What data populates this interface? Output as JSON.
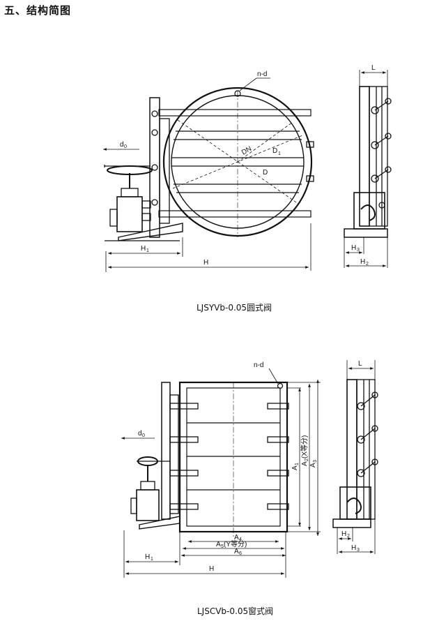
{
  "heading": "五、结构简图",
  "figure1": {
    "caption": "LJSYVb-0.05圆式阀",
    "labels": {
      "nd": "n-d",
      "d0": "d",
      "d0_sub": "0",
      "dn": "DN",
      "d1": "D",
      "d1_sub": "1",
      "d": "D",
      "h1": "H",
      "h1_sub": "1",
      "h": "H",
      "l": "L",
      "h3": "H",
      "h3_sub": "3",
      "h2": "H",
      "h2_sub": "2"
    }
  },
  "figure2": {
    "caption": "LJSCVb-0.05窗式阀",
    "labels": {
      "nd": "n-d",
      "d0": "d",
      "d0_sub": "0",
      "a1": "A",
      "a1_sub": "1",
      "a2": "A",
      "a2_sub": "2",
      "a2_note": "(X等分)",
      "a3": "A",
      "a3_sub": "3",
      "a4": "A",
      "a4_sub": "4",
      "a5": "A",
      "a5_sub": "5",
      "a5_note": "(Y等分)",
      "a6": "A",
      "a6_sub": "6",
      "h1": "H",
      "h1_sub": "1",
      "h": "H",
      "l": "L",
      "h2": "H",
      "h2_sub": "2",
      "h3": "H",
      "h3_sub": "3"
    }
  }
}
